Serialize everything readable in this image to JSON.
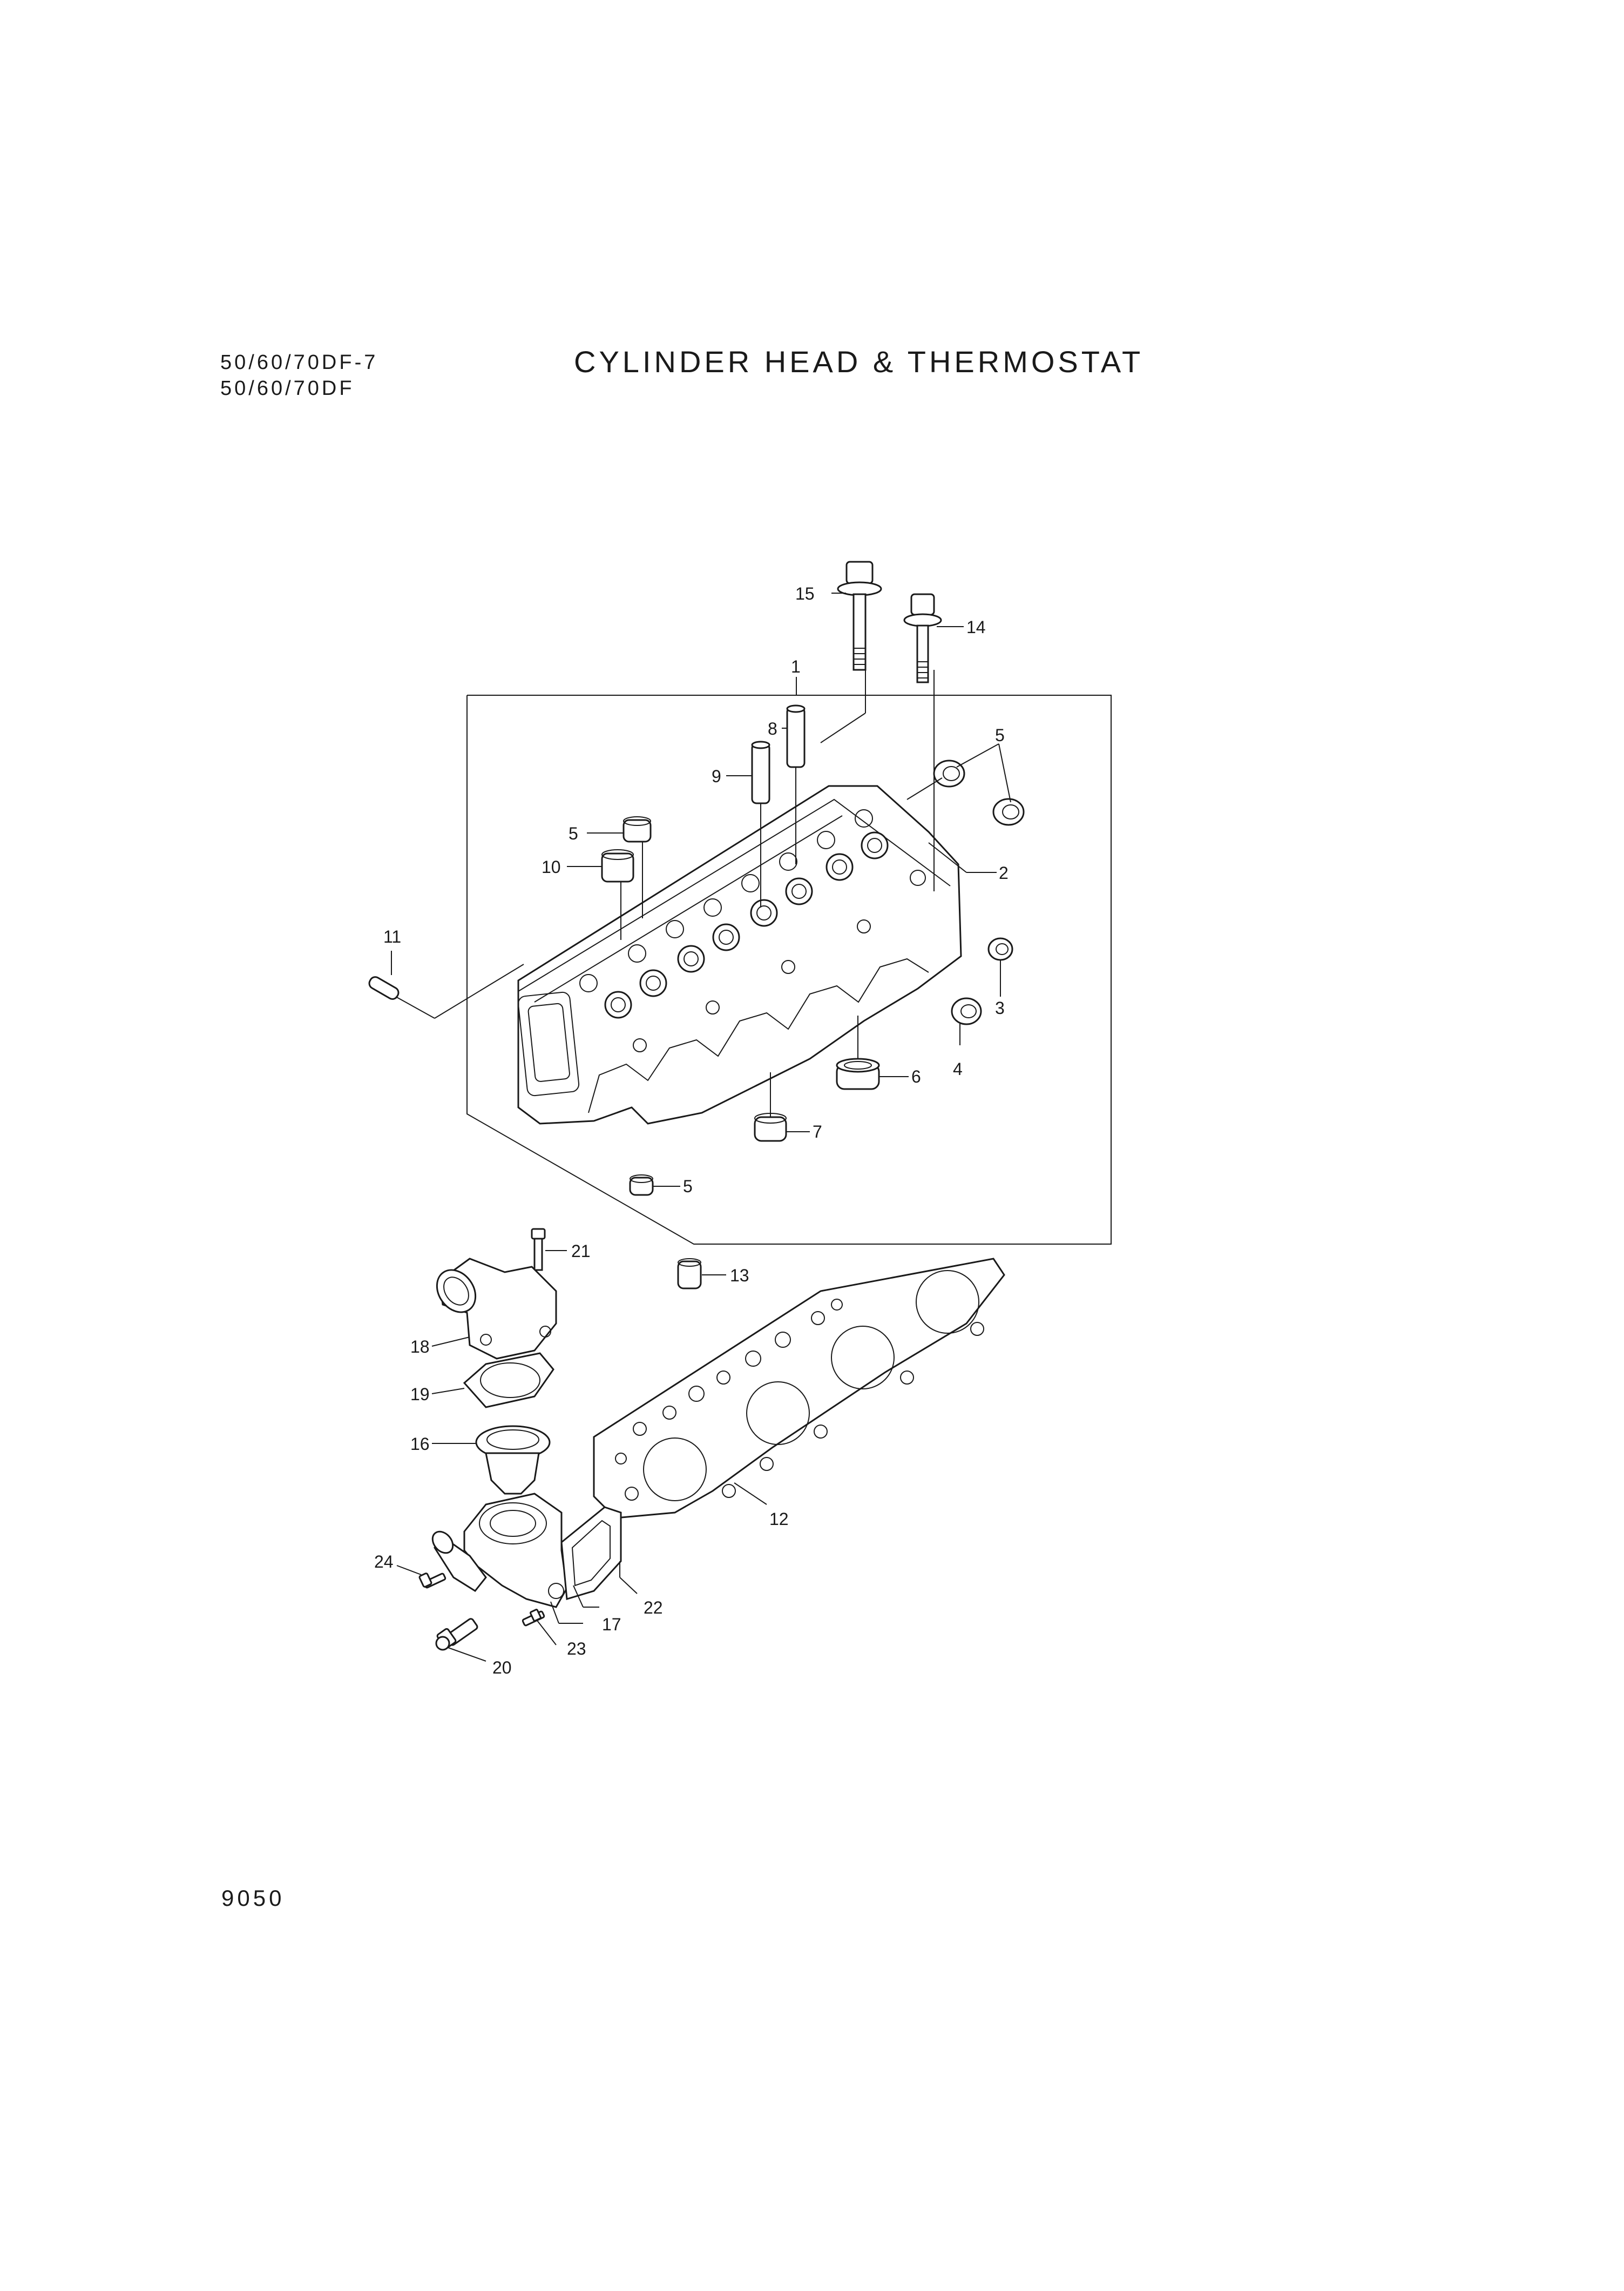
{
  "header": {
    "model_line_1": "50/60/70DF-7",
    "model_line_2": "50/60/70DF",
    "title": "CYLINDER HEAD & THERMOSTAT"
  },
  "callouts": [
    "1",
    "2",
    "3",
    "4",
    "5",
    "5",
    "5",
    "5",
    "6",
    "7",
    "8",
    "9",
    "10",
    "11",
    "12",
    "13",
    "14",
    "15",
    "16",
    "17",
    "18",
    "19",
    "20",
    "21",
    "22",
    "23",
    "24"
  ],
  "footer": {
    "page_number": "9050"
  }
}
